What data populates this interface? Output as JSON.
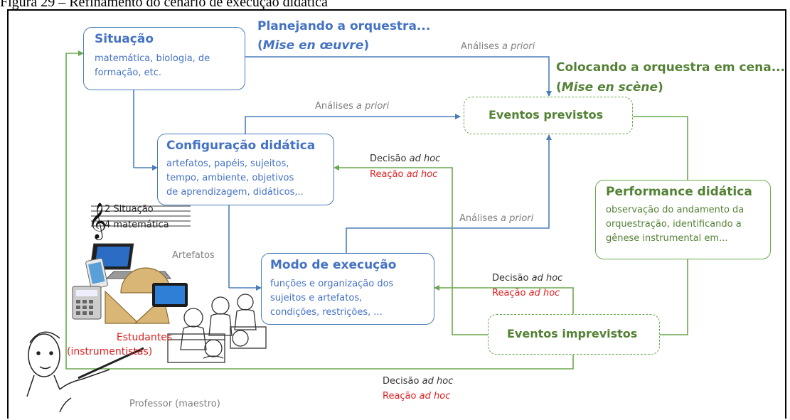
{
  "caption": "Figura 29 – Refinamento do cenário de execução didática",
  "situacao": {
    "title": "Situação",
    "lines": [
      "matemática, biologia, de",
      "formação, etc."
    ]
  },
  "planejando": {
    "line1": "Planejando a orquestra...",
    "mise_oeuvre": "Mise en œuvre"
  },
  "colocando": {
    "line1": "Colocando a orquestra em cena...",
    "mise_scene": "Mise en scène"
  },
  "analises": {
    "word": "Análises",
    "italic": "a priori"
  },
  "eventos_previstos": "Eventos previstos",
  "configuracao": {
    "title": "Configuração didática",
    "lines": [
      "artefatos, papéis, sujeitos,",
      "tempo, ambiente, objetivos",
      "de aprendizagem, didáticos,.."
    ]
  },
  "decisao": {
    "word": "Decisão",
    "italic": "ad hoc"
  },
  "reacao": {
    "word": "Reação",
    "italic": "ad hoc"
  },
  "performance": {
    "title": "Performance didática",
    "lines": [
      "observação do andamento da",
      "orquestração, identificando a",
      "gênese instrumental em..."
    ]
  },
  "modo": {
    "title": "Modo de execução",
    "lines": [
      "funções e organização dos",
      "sujeitos e artefatos,",
      "condições, restrições, ..."
    ]
  },
  "eventos_imprevistos": "Eventos imprevistos",
  "staff": {
    "top": "2 Situação",
    "bottom": "4 matemática"
  },
  "artefatos_label": "Artefatos",
  "estudantes": [
    "Estudantes",
    "(instrumentistas)"
  ],
  "professor_label": "Professor (maestro)",
  "colors": {
    "blue": "#4472c4",
    "green": "#538135",
    "red": "#e02020",
    "grey": "#7f7f7f"
  }
}
